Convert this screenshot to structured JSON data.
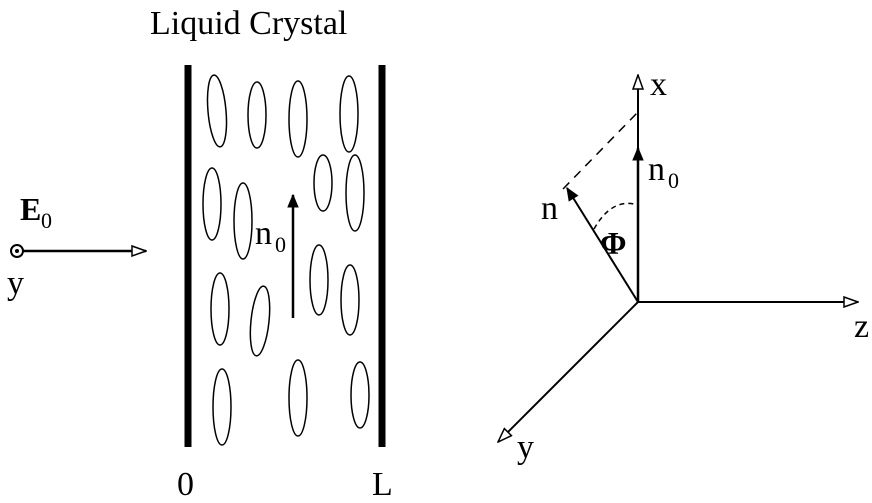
{
  "title": "Liquid Crystal",
  "field_label": {
    "main": "E",
    "sub": "0"
  },
  "field_axis_label": "y",
  "director_cell_label": {
    "main": "n",
    "sub": "0"
  },
  "cell_bounds": {
    "left": "0",
    "right": "L"
  },
  "axes_labels": {
    "x": "x",
    "y": "y",
    "z": "z"
  },
  "initial_director_label": {
    "main": "n",
    "sub": "0"
  },
  "rotated_director_label": "n",
  "angle_label": "Φ"
}
